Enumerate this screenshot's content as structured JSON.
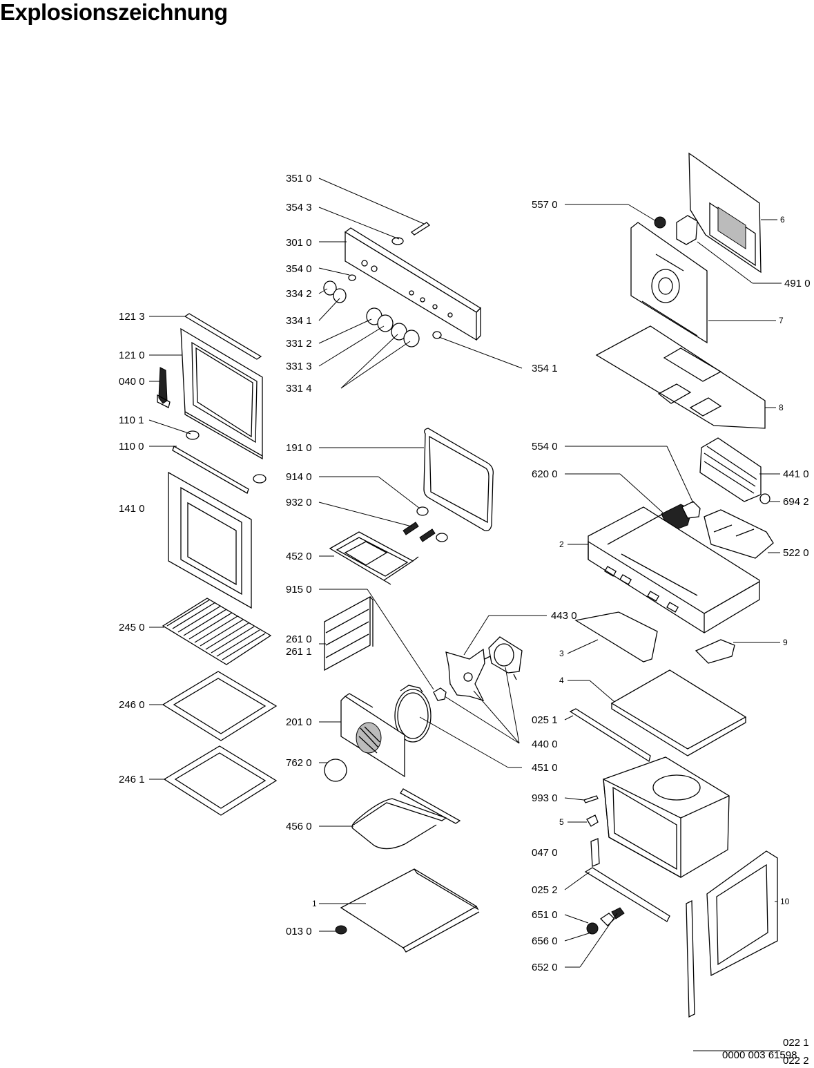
{
  "title": "Explosionszeichnung",
  "document_number": "0000 003 61598",
  "labels": {
    "l3510": "351 0",
    "l3543": "354 3",
    "l3010": "301 0",
    "l3540": "354 0",
    "l3342": "334 2",
    "l3341": "334 1",
    "l3312": "331 2",
    "l3313": "331 3",
    "l3314": "331 4",
    "l3541": "354 1",
    "l1213": "121 3",
    "l1210": "121 0",
    "l0400": "040 0",
    "l1101": "110 1",
    "l1100": "110 0",
    "l1410": "141 0",
    "l1910": "191 0",
    "l9140": "914 0",
    "l9320": "932 0",
    "l4520": "452 0",
    "l9150": "915 0",
    "l2450": "245 0",
    "l2610": "261 0",
    "l2611": "261 1",
    "l4430": "443 0",
    "l2460": "246 0",
    "l2010": "201 0",
    "l4400": "440 0",
    "l7620": "762 0",
    "l4510": "451 0",
    "l2461": "246 1",
    "l4560": "456 0",
    "l1": "1",
    "l0130": "013 0",
    "l5570": "557 0",
    "l6": "6",
    "l4910": "491 0",
    "l7": "7",
    "l8": "8",
    "l5540": "554 0",
    "l4410": "441 0",
    "l6200": "620 0",
    "l6942": "694 2",
    "l2": "2",
    "l5220": "522 0",
    "l3": "3",
    "l9": "9",
    "l4": "4",
    "l0251": "025 1",
    "l9930": "993 0",
    "l5": "5",
    "l0470": "047 0",
    "l0252": "025 2",
    "l10": "10",
    "l6510": "651 0",
    "l6560": "656 0",
    "l6520": "652 0",
    "l0221": "022 1",
    "l0222": "022 2"
  }
}
